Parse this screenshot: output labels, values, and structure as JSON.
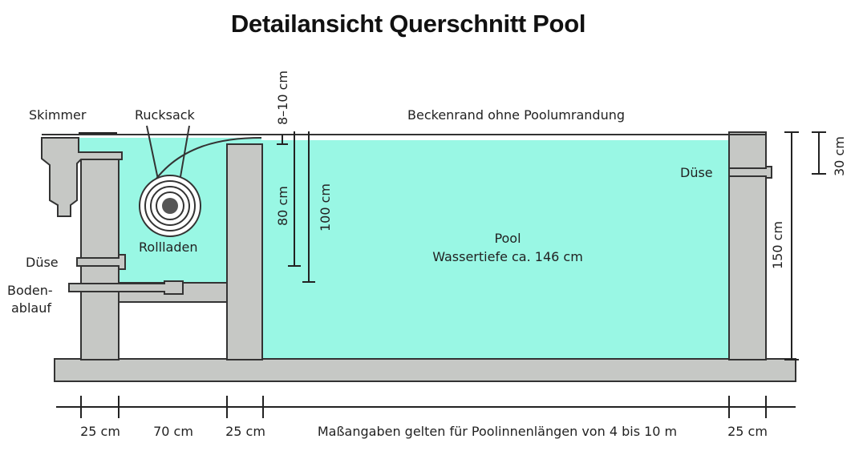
{
  "title": "Detailansicht Querschnitt Pool",
  "labels": {
    "skimmer": "Skimmer",
    "rucksack": "Rucksack",
    "rim_gap": "8–10 cm",
    "rim": "Beckenrand ohne Poolumrandung",
    "duese_right": "Düse",
    "depth_80": "80 cm",
    "depth_100": "100 cm",
    "rollladen": "Rollladen",
    "pool": "Pool",
    "water_depth": "Wassertiefe ca. 146 cm",
    "duese_left": "Düse",
    "bodenablauf_1": "Boden-",
    "bodenablauf_2": "ablauf",
    "height_30": "30 cm",
    "height_150": "150 cm"
  },
  "dimensions": {
    "seg1": "25 cm",
    "seg2": "70 cm",
    "seg3": "25 cm",
    "note": "Maßangaben gelten für Poolinnenlängen von 4 bis 10 m",
    "seg4": "25 cm"
  },
  "colors": {
    "water": "#99f7e4",
    "concrete": "#c6c8c5",
    "outline": "#333333"
  }
}
